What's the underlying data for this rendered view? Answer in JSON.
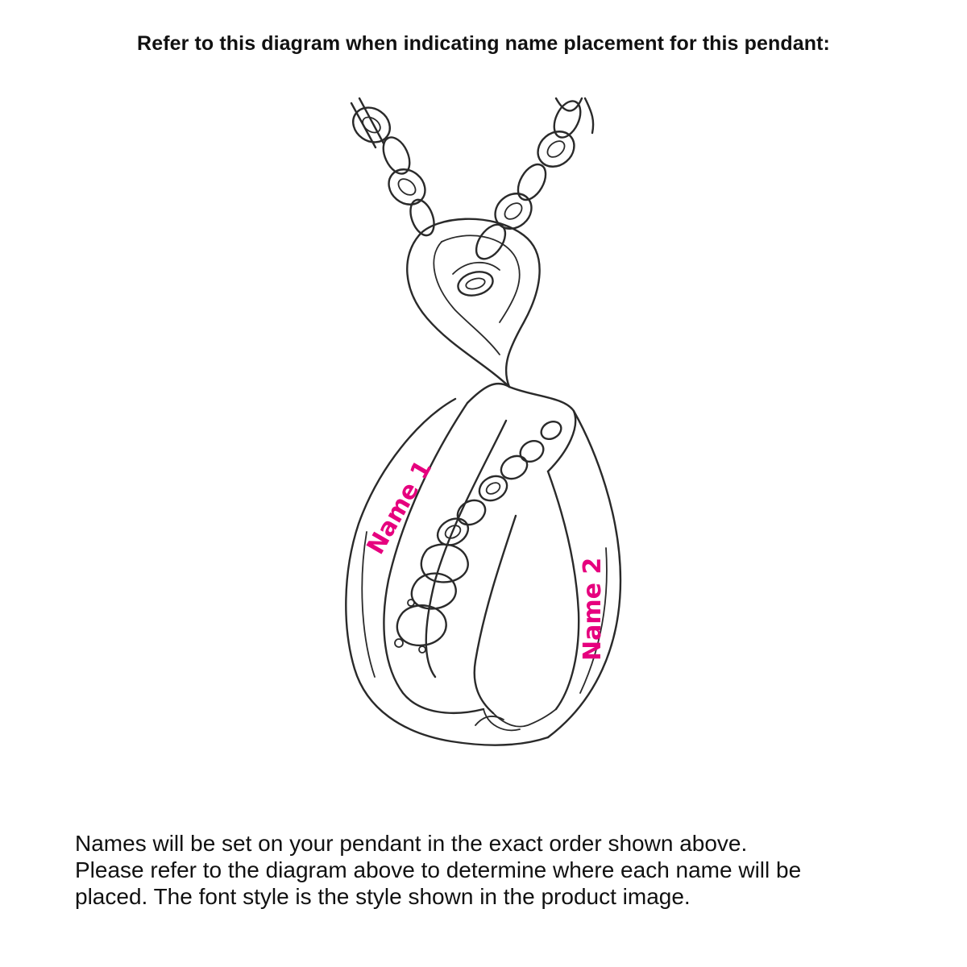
{
  "heading": "Refer to this diagram when indicating name placement for this pendant:",
  "labels": {
    "name1": "Name 1",
    "name2": "Name 2",
    "color": "#e6007e"
  },
  "note": {
    "line1": "Names will be set on your pendant in the exact order shown above.",
    "line2": "Please refer to the diagram above to determine where each name will be",
    "line3": "placed. The font style is the style shown in the product image."
  }
}
